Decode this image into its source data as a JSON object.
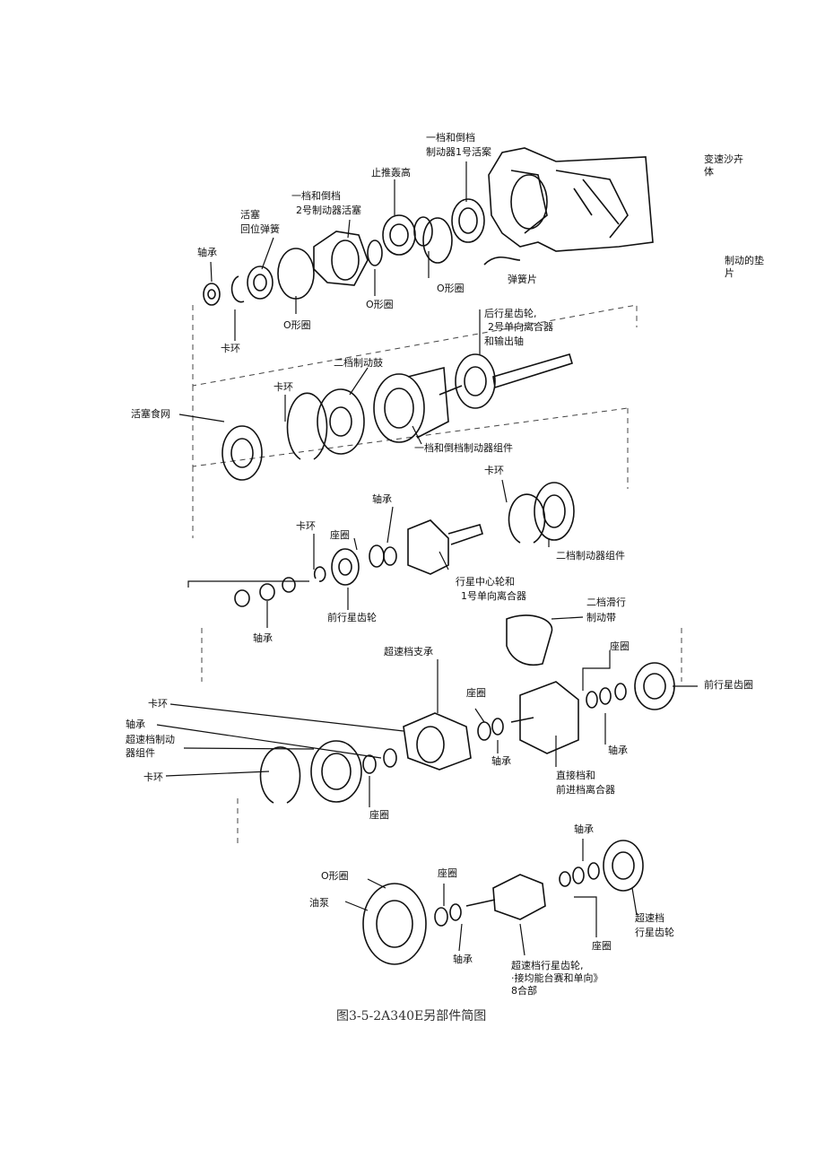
{
  "labels": {
    "l01": "一档和倒档",
    "l02": "制动器1号活案",
    "l03": "止推轰高",
    "l04": "一档和倒档",
    "l05": "2号制动器活塞",
    "l06": "活塞",
    "l07": "回位弹簧",
    "l08": "轴承",
    "l09": "O形圈",
    "l10": "O形圈",
    "l11": "O形圈",
    "l12": "卡环",
    "l13": "弹簧片",
    "l14": "变速沙卉体",
    "l15": "制动的垫片",
    "l16": "后行星齿轮,",
    "l17": "2号单向离合器",
    "l18": "和输出轴",
    "l19": "二档制动鼓",
    "l20": "卡环",
    "l21": "活塞食网",
    "l22": "一档和倒档制动器组件",
    "l23": "卡环",
    "l24": "轴承",
    "l25": "卡环",
    "l26": "座圈",
    "l27": "二档制动器组件",
    "l28": "行星中心轮和",
    "l29": "1号单向离合器",
    "l30": "前行星齿轮",
    "l31": "轴承",
    "l32": "二档滑行",
    "l33": "制动带",
    "l34": "超速档支承",
    "l35": "座圈",
    "l36": "前行星齿圈",
    "l37": "卡环",
    "l38": "轴承",
    "l39": "超速档制动",
    "l40": "器组件",
    "l41": "座圈",
    "l42": "轴承",
    "l43": "直接档和",
    "l44": "前进档离合器",
    "l45": "轴承",
    "l46": "卡环",
    "l47": "座圈",
    "l48": "轴承",
    "l49": "O形圈",
    "l50": "油泵",
    "l51": "座圈",
    "l52": "超速档",
    "l53": "行星齿轮",
    "l54": "座圈",
    "l55": "轴承",
    "l56": "超速档行星齿轮,",
    "l57": "·接均能台赛和单向》",
    "l58": "8合部"
  },
  "caption": "图3-5-2A340E另部件简图"
}
